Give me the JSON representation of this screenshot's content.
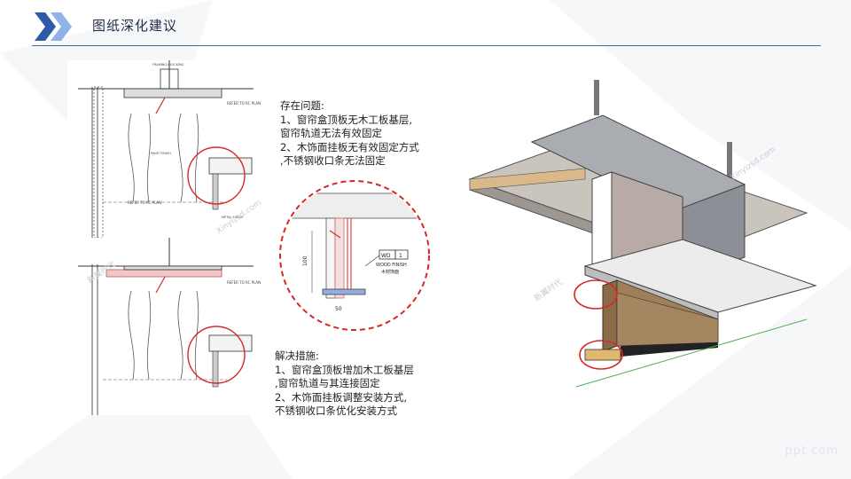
{
  "slide": {
    "title": "图纸深化建议",
    "icon": "double-chevron-icon"
  },
  "problem": {
    "heading": "存在问题:",
    "lines": [
      "1、窗帘盒顶板无木工板基层,",
      "窗帘轨道无法有效固定",
      "2、木饰面挂板无有效固定方式",
      ",不锈钢收口条无法固定"
    ]
  },
  "solution": {
    "heading": "解决措施:",
    "lines": [
      "1、窗帘盒顶板增加木工板基层",
      ",窗帘轨道与其连接固定",
      "2、木饰面挂板调整安装方式,",
      "不锈钢收口条优化安装方式"
    ]
  },
  "detail_callout": {
    "tag": "WD",
    "tag_num": "1",
    "finish_label": "WOOD FINISH",
    "finish_label_cn": "木材饰面",
    "dim_vertical": "100",
    "dim_bottom": "50"
  },
  "drawing_labels": {
    "refer_rc_plan": "REFER TO RC PLAN",
    "metal_finish": "METAL FINISH",
    "paint_finish": "PAINT FINISH",
    "framing_blocking": "FRAMING BLOCKING"
  },
  "watermark": {
    "brand": "新翼时代",
    "site": "Xinyizsd.com"
  },
  "corner_mark": "ppt  com",
  "colors": {
    "accent_blue": "#2e5aa8",
    "title_text": "#1f2b4b",
    "highlight_red": "#d62828",
    "rule": "#4a6a9a"
  }
}
